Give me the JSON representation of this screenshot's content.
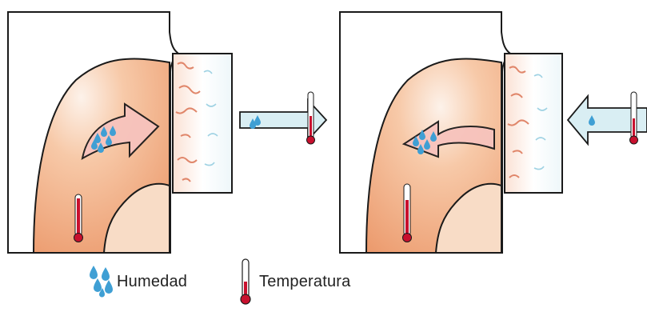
{
  "legend": {
    "humidity_label": "Humedad",
    "temperature_label": "Temperatura",
    "humidity_icon": "water-drops-icon",
    "temperature_icon": "thermometer-icon"
  },
  "panels": [
    {
      "id": "left",
      "arrow_direction": "outward",
      "inner_arrow_direction": "toward-wall",
      "thermometer_level": "high"
    },
    {
      "id": "right",
      "arrow_direction": "inward",
      "inner_arrow_direction": "into-room",
      "thermometer_level": "high"
    }
  ],
  "colors": {
    "outline": "#1a1a1a",
    "body_gradient_light": "#fbe8da",
    "body_gradient_dark": "#ec9b6e",
    "inner_arrow_fill": "#f7c3bd",
    "outer_arrow_fill": "#d9eef3",
    "drop_blue": "#3f9fd4",
    "thermometer_red": "#c8102e",
    "wall_crack": "#e0866a",
    "wall_blue": "#9fd2e3"
  }
}
